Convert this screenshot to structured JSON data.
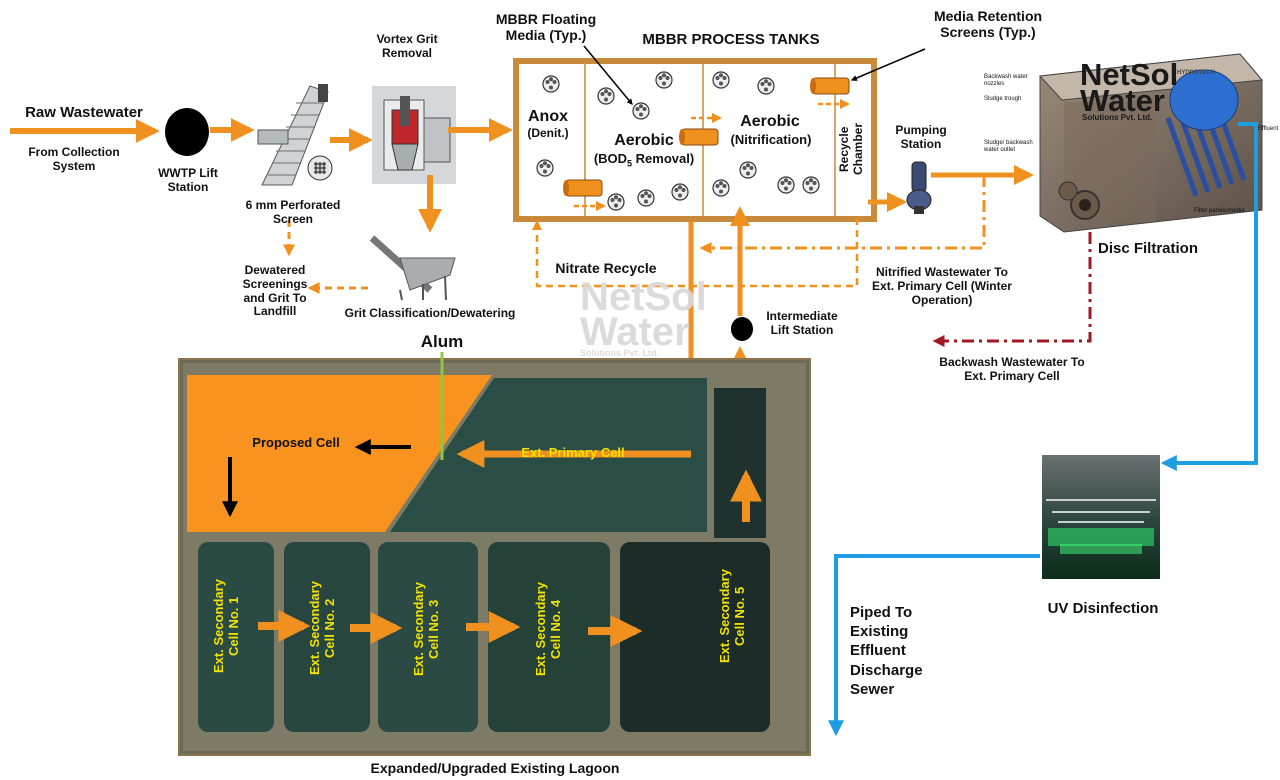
{
  "brand": {
    "name_line1": "NetSol",
    "name_line2": "Water",
    "tagline": "Solutions Pvt. Ltd."
  },
  "labels": {
    "raw_wastewater": "Raw Wastewater",
    "from_collection": "From Collection System",
    "wwtp_lift": "WWTP Lift Station",
    "perforated_screen": "6 mm Perforated Screen",
    "vortex_grit": "Vortex Grit Removal",
    "dewatered": "Dewatered Screenings and Grit To Landfill",
    "grit_classification": "Grit Classification/Dewatering",
    "mbbr_media": "MBBR Floating Media (Typ.)",
    "mbbr_tanks": "MBBR PROCESS TANKS",
    "media_retention": "Media Retention Screens (Typ.)",
    "anox": "Anox",
    "denit": "(Denit.)",
    "aerobic1": "Aerobic",
    "bod_prefix": "(BOD",
    "bod_sub": "5",
    "bod_suffix": " Removal)",
    "aerobic2": "Aerobic",
    "nitrification": "(Nitrification)",
    "recycle_chamber": "Recycle Chamber",
    "pumping_station": "Pumping Station",
    "disc_filtration": "Disc Filtration",
    "nitrate_recycle": "Nitrate Recycle",
    "nitrified": "Nitrified Wastewater To Ext. Primary Cell (Winter Operation)",
    "intermediate_lift": "Intermediate Lift Station",
    "backwash": "Backwash Wastewater To Ext. Primary Cell",
    "alum": "Alum",
    "proposed_cell": "Proposed Cell",
    "ext_primary": "Ext. Primary Cell",
    "sec1": "Ext. Secondary Cell No. 1",
    "sec2": "Ext. Secondary Cell No. 2",
    "sec3": "Ext. Secondary Cell No. 3",
    "sec4": "Ext. Secondary Cell No. 4",
    "sec5": "Ext. Secondary Cell No. 5",
    "uv": "UV Disinfection",
    "piped": "Piped To Existing Effluent Discharge Sewer",
    "lagoon": "Expanded/Upgraded Existing Lagoon"
  },
  "filter_callouts": {
    "backwash_nozzles": "Backwash water nozzles",
    "sludge_trough": "Sludge trough",
    "sludge_outlet": "Sludge/ backwash water outlet",
    "filter_panels": "Filter panels/media",
    "effluent": "Effluent",
    "hydrotech": "HYDROTECH"
  },
  "colors": {
    "process_flow": "#f0901e",
    "tank_border": "#c98a3a",
    "backwash": "#a01822",
    "effluent": "#1e9de0",
    "alum": "#8dc63f",
    "cell_label": "#f2e200",
    "lagoon_water": "#1e3a36"
  }
}
